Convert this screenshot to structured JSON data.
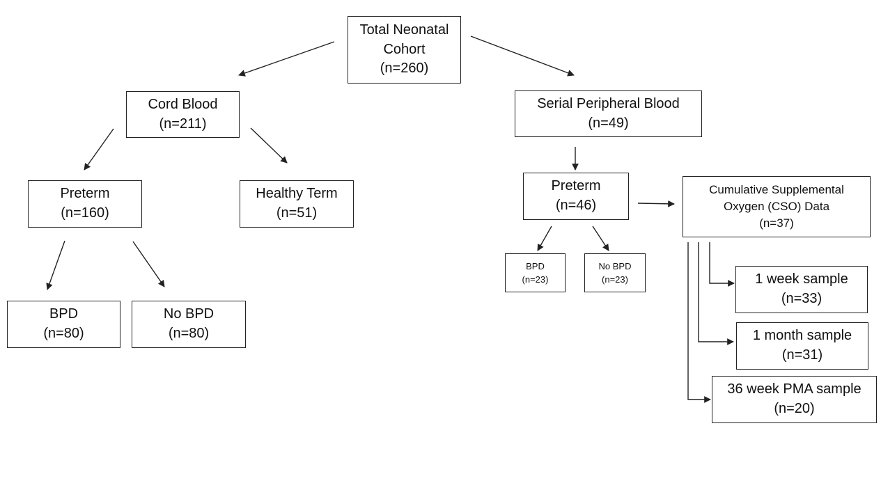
{
  "nodes": {
    "total": {
      "line1": "Total Neonatal",
      "line2": "Cohort",
      "line3": "(n=260)"
    },
    "cord_blood": {
      "title": "Cord Blood",
      "count": "(n=211)"
    },
    "serial_blood": {
      "title": "Serial Peripheral Blood",
      "count": "(n=49)"
    },
    "cord_preterm": {
      "title": "Preterm",
      "count": "(n=160)"
    },
    "healthy_term": {
      "title": "Healthy Term",
      "count": "(n=51)"
    },
    "cord_bpd": {
      "title": "BPD",
      "count": "(n=80)"
    },
    "cord_no_bpd": {
      "title": "No BPD",
      "count": "(n=80)"
    },
    "serial_preterm": {
      "title": "Preterm",
      "count": "(n=46)"
    },
    "serial_bpd": {
      "title": "BPD",
      "count": "(n=23)"
    },
    "serial_no_bpd": {
      "title": "No BPD",
      "count": "(n=23)"
    },
    "cso": {
      "line1": "Cumulative Supplemental",
      "line2": "Oxygen (CSO) Data",
      "line3": "(n=37)"
    },
    "week1": {
      "title": "1 week sample",
      "count": "(n=33)"
    },
    "month1": {
      "title": "1 month sample",
      "count": "(n=31)"
    },
    "pma36": {
      "title": "36 week PMA sample",
      "count": "(n=20)"
    }
  }
}
